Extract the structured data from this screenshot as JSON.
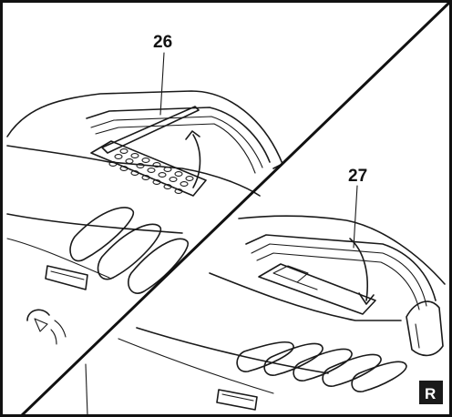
{
  "callouts": {
    "left_label": "26",
    "right_label": "27"
  },
  "badge": {
    "label": "R",
    "background": "#1a1a1a",
    "text_color": "#ffffff"
  },
  "colors": {
    "line": "#1a1a1a",
    "background": "#ffffff",
    "frame": "#111111"
  },
  "icons": [
    "arrow-up-curved-icon",
    "arrow-down-curved-icon"
  ]
}
